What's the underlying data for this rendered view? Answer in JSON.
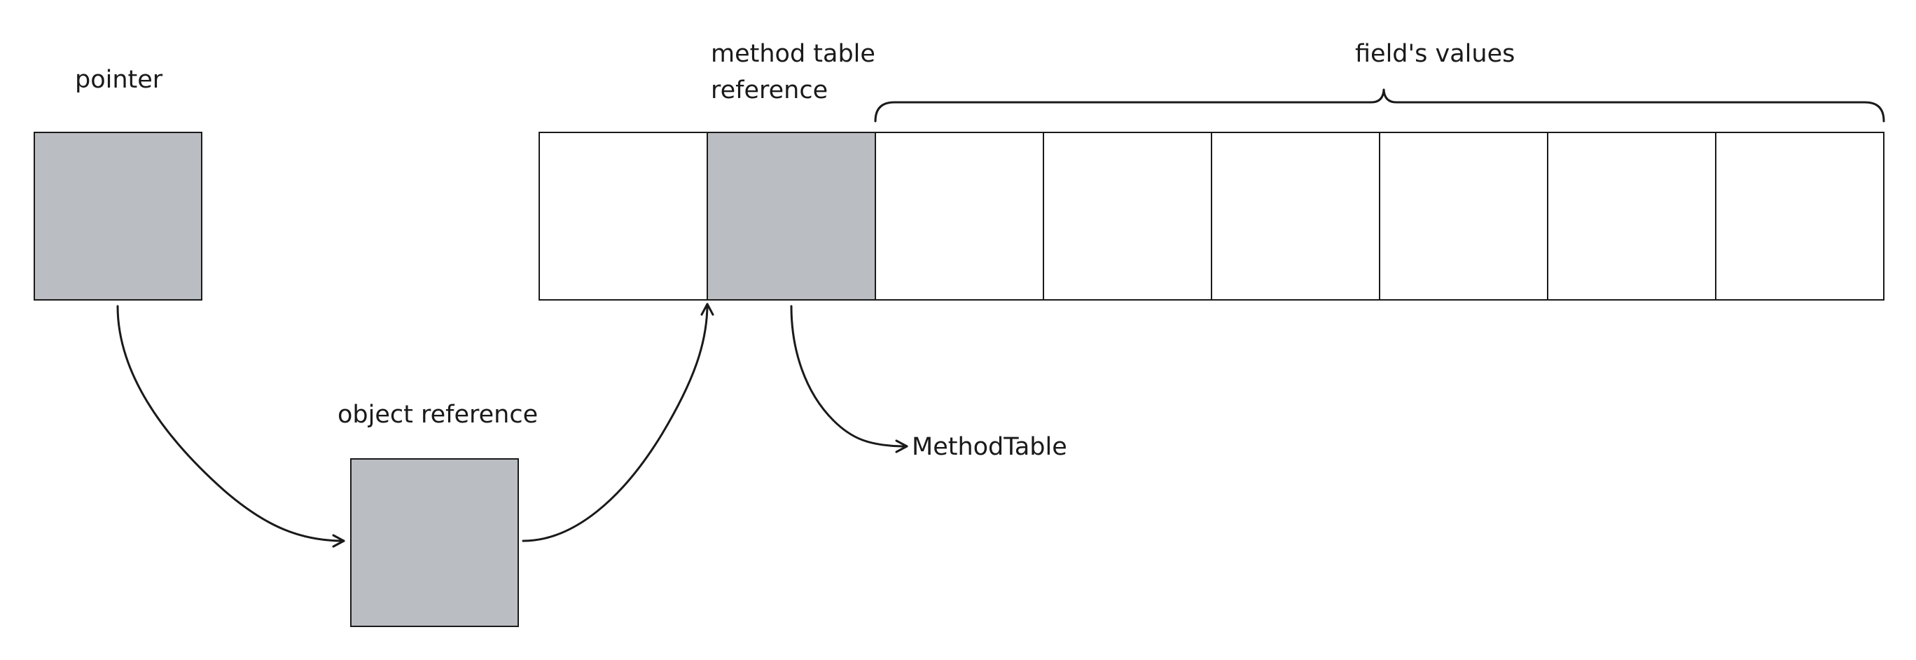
{
  "labels": {
    "pointer": "pointer",
    "object_reference": "object reference",
    "method_table_reference_line1": "method table",
    "method_table_reference_line2": "reference",
    "fields_values": "field's values",
    "method_table": "MethodTable"
  },
  "colors": {
    "filled_cell": "#babdc1",
    "empty_cell": "#ffffff",
    "stroke": "#1a1a1a"
  },
  "object_layout": {
    "cells": [
      "empty",
      "method-table-reference",
      "field",
      "field",
      "field",
      "field",
      "field",
      "field"
    ],
    "field_count": 6
  }
}
